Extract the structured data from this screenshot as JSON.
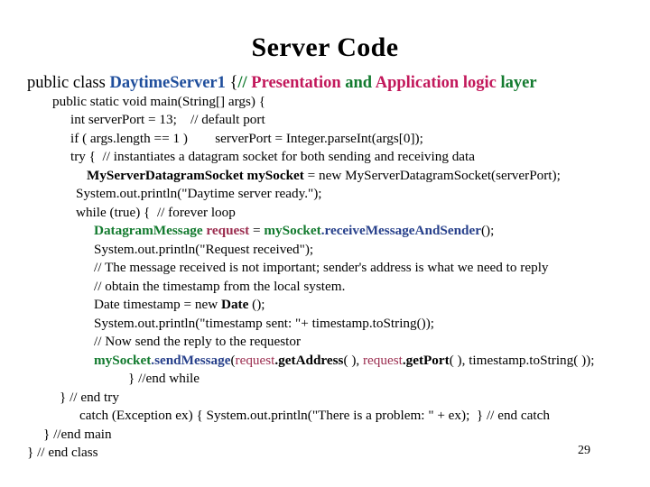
{
  "slide": {
    "title": "Server Code",
    "page_number": "29",
    "colors": {
      "keyword_blue": "#1f4e9c",
      "type_green": "#127a2e",
      "identifier_crimson": "#c2185b",
      "variable_maroon": "#9b2d4f",
      "method_navy": "#27408b",
      "default_black": "#000000",
      "background": "#ffffff"
    },
    "code_lines": [
      {
        "id": "line-class-declaration",
        "indent": 30,
        "size": "big",
        "spans": [
          {
            "text": "public class ",
            "color": "black",
            "bold": false
          },
          {
            "text": "DaytimeServer1",
            "color": "blue",
            "bold": true
          },
          {
            "text": " {",
            "color": "black",
            "bold": false
          },
          {
            "text": "// ",
            "color": "green",
            "bold": true
          },
          {
            "text": "Presentation",
            "color": "crimson",
            "bold": true
          },
          {
            "text": " and ",
            "color": "green",
            "bold": true
          },
          {
            "text": "Application logic",
            "color": "crimson",
            "bold": true
          },
          {
            "text": " layer",
            "color": "green",
            "bold": true
          }
        ]
      },
      {
        "id": "line-main-method",
        "indent": 58,
        "size": "normal",
        "spans": [
          {
            "text": "public static void main(String[] args) {",
            "color": "black",
            "bold": false
          }
        ]
      },
      {
        "id": "line-server-port-init",
        "indent": 78,
        "size": "normal",
        "spans": [
          {
            "text": "int serverPort = 13;    // default port",
            "color": "black",
            "bold": false
          }
        ]
      },
      {
        "id": "line-args-length-check",
        "indent": 78,
        "size": "normal",
        "spans": [
          {
            "text": "if ( args.length == 1 )        serverPort = Integer.parseInt(args[0]);",
            "color": "black",
            "bold": false
          }
        ]
      },
      {
        "id": "line-try-open",
        "indent": 78,
        "size": "normal",
        "spans": [
          {
            "text": "try {  // instantiates a datagram socket for both sending and receiving data",
            "color": "black",
            "bold": false
          }
        ]
      },
      {
        "id": "line-socket-declaration",
        "indent": 96,
        "size": "normal",
        "spans": [
          {
            "text": "MyServerDatagramSocket mySocket",
            "color": "black",
            "bold": true
          },
          {
            "text": " = new MyServerDatagramSocket(serverPort);",
            "color": "black",
            "bold": false
          }
        ]
      },
      {
        "id": "line-println-ready",
        "indent": 84,
        "size": "normal",
        "spans": [
          {
            "text": "System.out.println(\"Daytime server ready.\");",
            "color": "black",
            "bold": false
          }
        ]
      },
      {
        "id": "line-while-true",
        "indent": 84,
        "size": "normal",
        "spans": [
          {
            "text": "while (true) {  // forever loop",
            "color": "black",
            "bold": false
          }
        ]
      },
      {
        "id": "line-receive-message",
        "indent": 104,
        "size": "normal",
        "spans": [
          {
            "text": "DatagramMessage",
            "color": "green",
            "bold": true
          },
          {
            "text": " ",
            "color": "black",
            "bold": false
          },
          {
            "text": "request",
            "color": "maroon",
            "bold": true
          },
          {
            "text": " = ",
            "color": "black",
            "bold": false
          },
          {
            "text": "mySocket",
            "color": "green",
            "bold": true
          },
          {
            "text": ".receiveMessageAndSender",
            "color": "navy",
            "bold": true
          },
          {
            "text": "();",
            "color": "black",
            "bold": false
          }
        ]
      },
      {
        "id": "line-println-request-received",
        "indent": 104,
        "size": "normal",
        "spans": [
          {
            "text": "System.out.println(\"Request received\");",
            "color": "black",
            "bold": false
          }
        ]
      },
      {
        "id": "line-comment-sender-address",
        "indent": 104,
        "size": "normal",
        "spans": [
          {
            "text": "// The message received is not important; sender's address is what we need to reply",
            "color": "black",
            "bold": false
          }
        ]
      },
      {
        "id": "line-comment-obtain-timestamp",
        "indent": 104,
        "size": "normal",
        "spans": [
          {
            "text": "// obtain the timestamp from the local system.",
            "color": "black",
            "bold": false
          }
        ]
      },
      {
        "id": "line-date-timestamp",
        "indent": 104,
        "size": "normal",
        "spans": [
          {
            "text": "Date timestamp = new ",
            "color": "black",
            "bold": false
          },
          {
            "text": "Date",
            "color": "black",
            "bold": true
          },
          {
            "text": " ();",
            "color": "black",
            "bold": false
          }
        ]
      },
      {
        "id": "line-println-timestamp-sent",
        "indent": 104,
        "size": "normal",
        "spans": [
          {
            "text": "System.out.println(\"timestamp sent: \"+ timestamp.toString());",
            "color": "black",
            "bold": false
          }
        ]
      },
      {
        "id": "line-comment-send-reply",
        "indent": 104,
        "size": "normal",
        "spans": [
          {
            "text": "// Now send the reply to the requestor",
            "color": "black",
            "bold": false
          }
        ]
      },
      {
        "id": "line-send-message",
        "indent": 104,
        "size": "normal",
        "spans": [
          {
            "text": "mySocket",
            "color": "green",
            "bold": true
          },
          {
            "text": ".sendMessage",
            "color": "navy",
            "bold": true
          },
          {
            "text": "(",
            "color": "black",
            "bold": false
          },
          {
            "text": "request",
            "color": "maroon",
            "bold": false
          },
          {
            "text": ".getAddress",
            "color": "black",
            "bold": true
          },
          {
            "text": "( ), ",
            "color": "black",
            "bold": false
          },
          {
            "text": "request",
            "color": "maroon",
            "bold": false
          },
          {
            "text": ".getPort",
            "color": "black",
            "bold": true
          },
          {
            "text": "( ), timestamp.toString( ));",
            "color": "black",
            "bold": false
          }
        ]
      },
      {
        "id": "line-end-while",
        "indent": 142,
        "size": "normal",
        "spans": [
          {
            "text": "} //end while",
            "color": "black",
            "bold": false
          }
        ]
      },
      {
        "id": "line-end-try",
        "indent": 66,
        "size": "normal",
        "spans": [
          {
            "text": "} // end try",
            "color": "black",
            "bold": false
          }
        ]
      },
      {
        "id": "line-catch-block",
        "indent": 88,
        "size": "normal",
        "spans": [
          {
            "text": "catch (Exception ex) { System.out.println(\"There is a problem: \" + ex);  } // end catch",
            "color": "black",
            "bold": false
          }
        ]
      },
      {
        "id": "line-end-main",
        "indent": 48,
        "size": "normal",
        "spans": [
          {
            "text": "} //end main",
            "color": "black",
            "bold": false
          }
        ]
      },
      {
        "id": "line-end-class",
        "indent": 30,
        "size": "normal",
        "spans": [
          {
            "text": "} // end class",
            "color": "black",
            "bold": false
          }
        ]
      }
    ]
  }
}
